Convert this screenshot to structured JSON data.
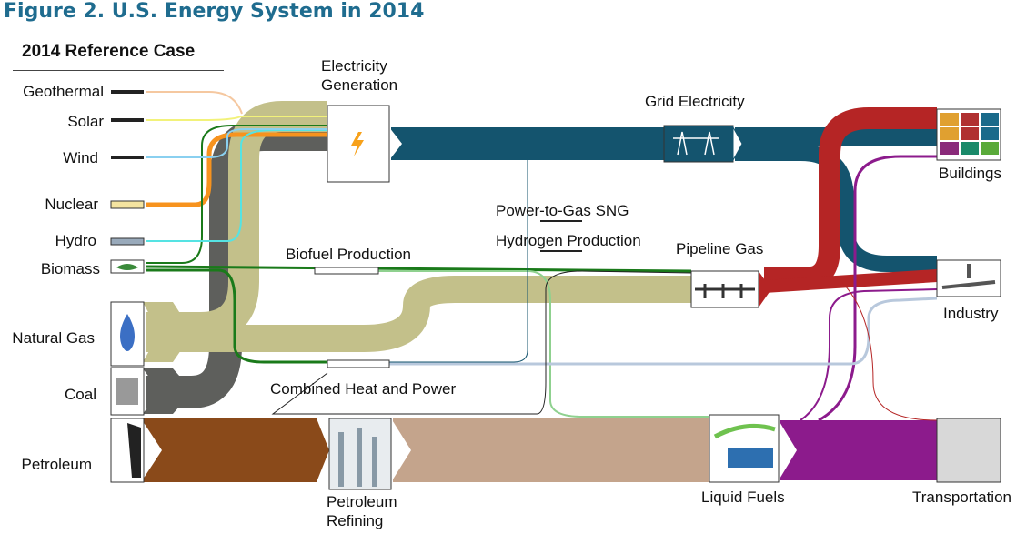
{
  "figure_title": "Figure 2. U.S. Energy System in 2014",
  "case_title": "2014 Reference Case",
  "sources": {
    "geothermal": "Geothermal",
    "solar": "Solar",
    "wind": "Wind",
    "nuclear": "Nuclear",
    "hydro": "Hydro",
    "biomass": "Biomass",
    "natural_gas": "Natural Gas",
    "coal": "Coal",
    "petroleum": "Petroleum"
  },
  "nodes": {
    "electricity_generation": "Electricity\nGeneration",
    "grid_electricity": "Grid Electricity",
    "power_to_gas": "Power-to-Gas SNG",
    "hydrogen_production": "Hydrogen Production",
    "biofuel_production": "Biofuel Production",
    "pipeline_gas": "Pipeline Gas",
    "combined_heat_power": "Combined Heat and Power",
    "petroleum_refining": "Petroleum\nRefining",
    "liquid_fuels": "Liquid Fuels"
  },
  "sinks": {
    "buildings": "Buildings",
    "industry": "Industry",
    "transportation": "Transportation"
  },
  "colors": {
    "title_blue": "#1f6c8f",
    "natural_gas": "#c3c08a",
    "coal": "#5e5f5c",
    "petroleum": "#8a4a1a",
    "refined_petroleum": "#c4a48c",
    "electricity": "#14546e",
    "pipeline_gas": "#b52525",
    "liquid_fuels": "#8c1b8c",
    "nuclear": "#f7931e",
    "biomass": "#1a7a1a",
    "hydro": "#55e3e3",
    "wind": "#8ad0f0",
    "solar": "#f2f27a",
    "geothermal": "#f5c8a0",
    "chp_to_industry": "#b8c8dc"
  }
}
